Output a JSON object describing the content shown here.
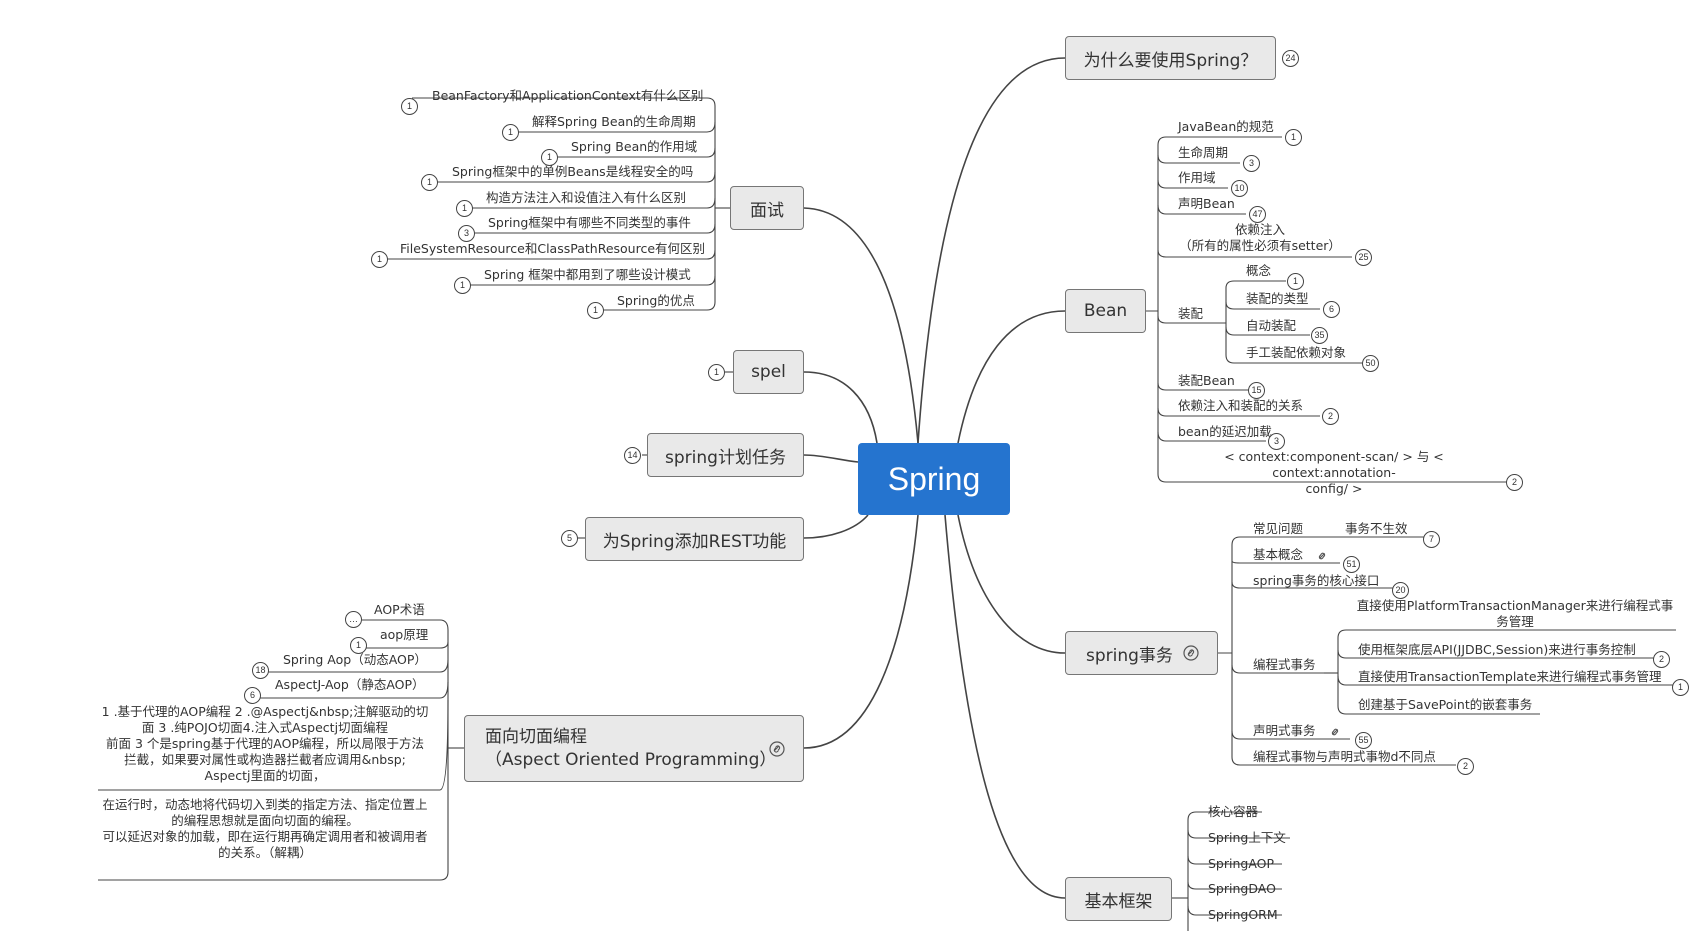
{
  "center": {
    "label": "Spring"
  },
  "left_topics": {
    "interview": {
      "label": "面试"
    },
    "spel": {
      "label": "spel",
      "count": "1"
    },
    "schedule": {
      "label": "spring计划任务",
      "count": "14"
    },
    "rest": {
      "label": "为Spring添加REST功能",
      "count": "5"
    },
    "aop": {
      "line1": "面向切面编程",
      "line2": "（Aspect Oriented Programming）"
    }
  },
  "interview_items": [
    {
      "label": "BeanFactory和ApplicationContext有什么区别",
      "count": "1"
    },
    {
      "label": "解释Spring Bean的生命周期",
      "count": "1"
    },
    {
      "label": "Spring Bean的作用域",
      "count": "1"
    },
    {
      "label": "Spring框架中的单例Beans是线程安全的吗",
      "count": "1"
    },
    {
      "label": "构造方法注入和设值注入有什么区别",
      "count": "1"
    },
    {
      "label": "Spring框架中有哪些不同类型的事件",
      "count": "3"
    },
    {
      "label": "FileSystemResource和ClassPathResource有何区别",
      "count": "1"
    },
    {
      "label": "Spring 框架中都用到了哪些设计模式",
      "count": "1"
    },
    {
      "label": "Spring的优点",
      "count": "1"
    }
  ],
  "aop_items": [
    {
      "label": "AOP术语",
      "count": "…"
    },
    {
      "label": "aop原理",
      "count": "1"
    },
    {
      "label": "Spring Aop（动态AOP）",
      "count": "18"
    },
    {
      "label": "AspectJ-Aop（静态AOP）",
      "count": "6"
    }
  ],
  "aop_note1": "1 .基于代理的AOP编程 2 .@Aspectj&nbsp;注解驱动的切面 3 .纯POJO切面4.注入式Aspectj切面编程\n前面 3 个是spring基于代理的AOP编程，所以局限于方法拦截，如果要对属性或构造器拦截者应调用&nbsp; Aspectj里面的切面，",
  "aop_note2": "在运行时，动态地将代码切入到类的指定方法、指定位置上的编程思想就是面向切面的编程。\n可以延迟对象的加载，即在运行期再确定调用者和被调用者的关系。（解耦）",
  "right_topics": {
    "why": {
      "label": "为什么要使用Spring？",
      "count": "24"
    },
    "bean": {
      "label": "Bean"
    },
    "tx": {
      "label": "spring事务"
    },
    "framework": {
      "label": "基本框架"
    }
  },
  "bean_items": {
    "javabean": {
      "label": "JavaBean的规范",
      "count": "1"
    },
    "lifecycle": {
      "label": "生命周期",
      "count": "3"
    },
    "scope": {
      "label": "作用域",
      "count": "10"
    },
    "declare": {
      "label": "声明Bean",
      "count": "47"
    },
    "di_line1": "依赖注入",
    "di_line2": "（所有的属性必须有setter）",
    "di_count": "25",
    "wiring": {
      "label": "装配"
    },
    "wiring_children": [
      {
        "label": "概念",
        "count": "1"
      },
      {
        "label": "装配的类型",
        "count": "6"
      },
      {
        "label": "自动装配",
        "count": "35"
      },
      {
        "label": "手工装配依赖对象",
        "count": "50"
      }
    ],
    "wiring_bean": {
      "label": "装配Bean",
      "count": "15"
    },
    "di_relation": {
      "label": "依赖注入和装配的关系",
      "count": "2"
    },
    "lazy": {
      "label": "bean的延迟加载",
      "count": "3"
    },
    "scan_line1": "< context:component-scan/ > 与 < context:annotation-",
    "scan_line2": "config/ >",
    "scan_count": "2"
  },
  "tx_items": {
    "faq": {
      "label": "常见问题"
    },
    "faq_child": {
      "label": "事务不生效",
      "count": "7"
    },
    "concept": {
      "label": "基本概念",
      "count": "51"
    },
    "core": {
      "label": "spring事务的核心接口",
      "count": "20"
    },
    "programmatic": {
      "label": "编程式事务"
    },
    "prog_children": [
      {
        "label": "直接使用PlatformTransactionManager来进行编程式事务管理"
      },
      {
        "label": "使用框架底层API(JJDBC,Session)来进行事务控制",
        "count": "2"
      },
      {
        "label": "直接使用TransactionTemplate来进行编程式事务管理",
        "count": "1"
      },
      {
        "label": "创建基于SavePoint的嵌套事务"
      }
    ],
    "declarative": {
      "label": "声明式事务",
      "count": "55"
    },
    "diff": {
      "label": "编程式事物与声明式事物d不同点",
      "count": "2"
    }
  },
  "framework_items": [
    {
      "label": "核心容器"
    },
    {
      "label": "Spring上下文"
    },
    {
      "label": "SpringAOP"
    },
    {
      "label": "SpringDAO"
    },
    {
      "label": "SpringORM"
    }
  ],
  "colors": {
    "center": "#2574cf",
    "topic_bg": "#e9e9e9",
    "line": "#444444"
  }
}
